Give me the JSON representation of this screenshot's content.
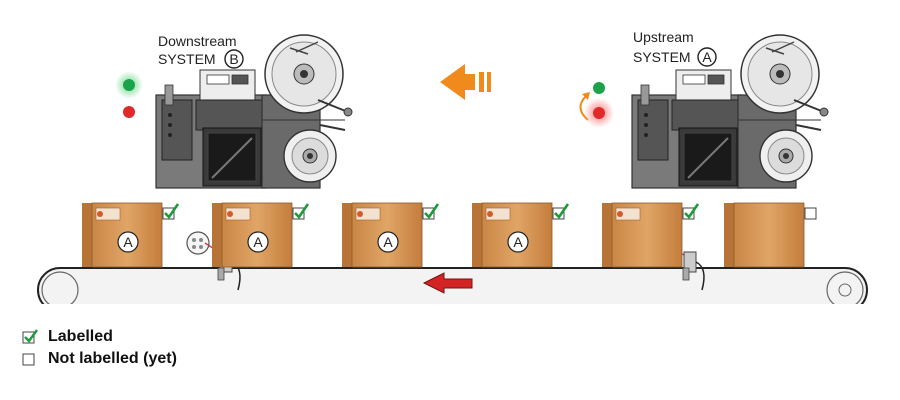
{
  "diagram": {
    "systems": [
      {
        "line1": "Downstream",
        "line2": "SYSTEM",
        "badge": "B"
      },
      {
        "line1": "Upstream",
        "line2": "SYSTEM",
        "badge": "A"
      }
    ],
    "boxes": [
      {
        "letter": "A",
        "status": "labelled"
      },
      {
        "letter": "A",
        "status": "labelled"
      },
      {
        "letter": "A",
        "status": "labelled"
      },
      {
        "letter": "A",
        "status": "labelled"
      },
      {
        "letter": "",
        "status": "labelled"
      },
      {
        "letter": "",
        "status": "not_labelled"
      }
    ],
    "colors": {
      "box": "#d99a5a",
      "box_dark": "#b87436",
      "check": "#1f9a3a",
      "flow_arrow": "#f08a1c",
      "conveyor_arrow": "#d22424",
      "light_green": "#1aa34a",
      "light_red": "#e02a2a"
    }
  },
  "legend": {
    "labelled": "Labelled",
    "not_labelled": "Not labelled (yet)"
  }
}
